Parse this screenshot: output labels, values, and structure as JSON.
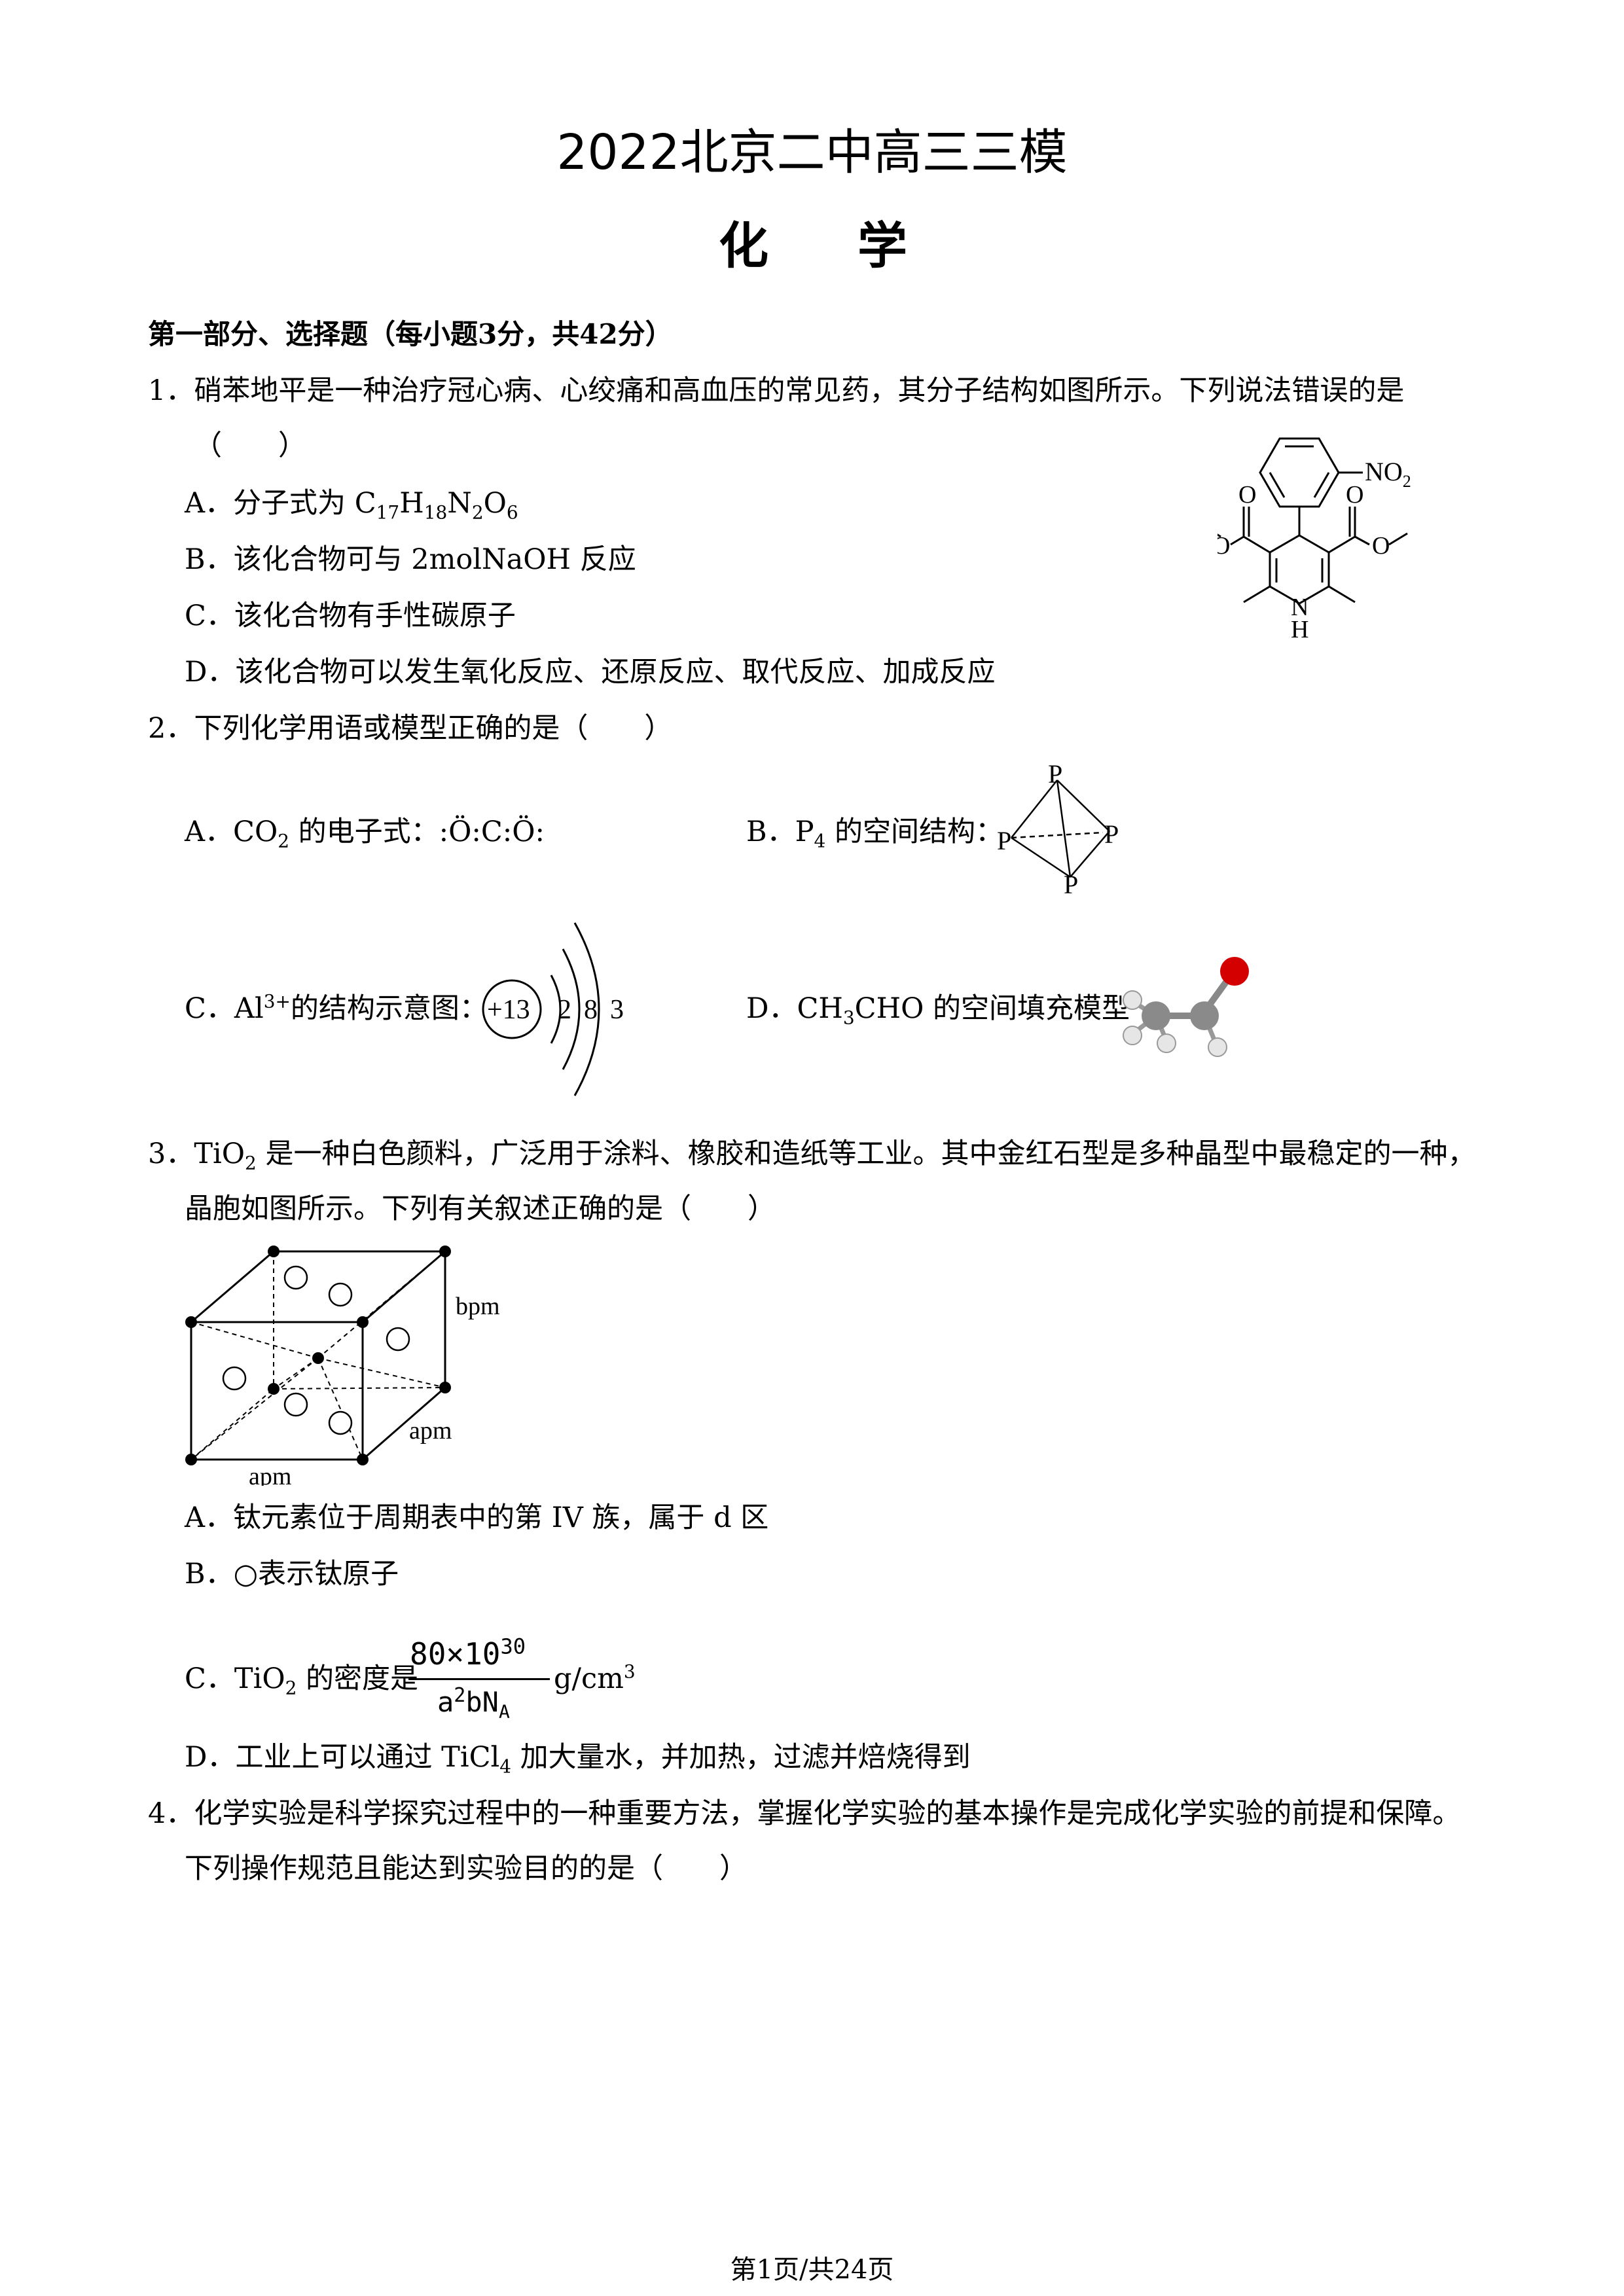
{
  "header": {
    "title": "2022北京二中高三三模",
    "subject": "化学"
  },
  "section": {
    "heading": "第一部分、选择题（每小题3分，共42分）"
  },
  "q1": {
    "stem_line1": "1．硝苯地平是一种治疗冠心病、心绞痛和高血压的常见药，其分子结构如图所示。下列说法错误的是",
    "stem_line2": "（　　）",
    "a_prefix": "A．分子式为 C",
    "a_sub1": "17",
    "a_mid1": "H",
    "a_sub2": "18",
    "a_mid2": "N",
    "a_sub3": "2",
    "a_mid3": "O",
    "a_sub4": "6",
    "b": "B．该化合物可与 2molNaOH 反应",
    "c": "C．该化合物有手性碳原子",
    "d": "D．该化合物可以发生氧化反应、还原反应、取代反应、加成反应",
    "figure": {
      "no2_label": "NO",
      "no2_sub": "2",
      "o1": "O",
      "o2": "O",
      "o3": "O",
      "o4": "O",
      "n_label": "N",
      "h_label": "H"
    }
  },
  "q2": {
    "stem": "2．下列化学用语或模型正确的是（　　）",
    "a_prefix": "A．CO",
    "a_sub": "2",
    "a_suffix": " 的电子式：",
    "a_formula": ":Ö:C:Ö:",
    "b_prefix": "B．P",
    "b_sub": "4",
    "b_suffix": " 的空间结构：",
    "p_label": "P",
    "c_prefix": "C．Al",
    "c_sup": "3+",
    "c_suffix": "的结构示意图：",
    "c_nucleus": "+13",
    "c_shells": [
      "2",
      "8",
      "3"
    ],
    "d_prefix": "D．CH",
    "d_sub": "3",
    "d_suffix": "CHO 的空间填充模型"
  },
  "q3": {
    "stem_line1": "3．TiO",
    "stem_sub": "2",
    "stem_line1_rest": " 是一种白色颜料，广泛用于涂料、橡胶和造纸等工业。其中金红石型是多种晶型中最稳定的一种，",
    "stem_line2": "晶胞如图所示。下列有关叙述正确的是（　　）",
    "label_bpm": "bpm",
    "label_apm_side": "apm",
    "label_apm_bottom": "apm",
    "a": "A．钛元素位于周期表中的第 IV 族，属于 d 区",
    "b": "B．○表示钛原子",
    "c_prefix": "C．TiO",
    "c_sub": "2",
    "c_mid": " 的密度是",
    "c_num": "80×10",
    "c_num_exp": "30",
    "c_den_a": "a",
    "c_den_exp": "2",
    "c_den_b": "bN",
    "c_den_sub": "A",
    "c_unit": "g/cm",
    "c_unit_exp": "3",
    "d_prefix": "D．工业上可以通过 TiCl",
    "d_sub": "4",
    "d_suffix": " 加大量水，并加热，过滤并焙烧得到"
  },
  "q4": {
    "stem_line1": "4．化学实验是科学探究过程中的一种重要方法，掌握化学实验的基本操作是完成化学实验的前提和保障。",
    "stem_line2": "下列操作规范且能达到实验目的的是（　　）"
  },
  "footer": {
    "page": "第1页/共24页"
  },
  "colors": {
    "text": "#000000",
    "oxygen_atom": "#d40000",
    "carbon_atom": "#8a8a8a",
    "hydrogen_atom": "#e0e0e0"
  }
}
